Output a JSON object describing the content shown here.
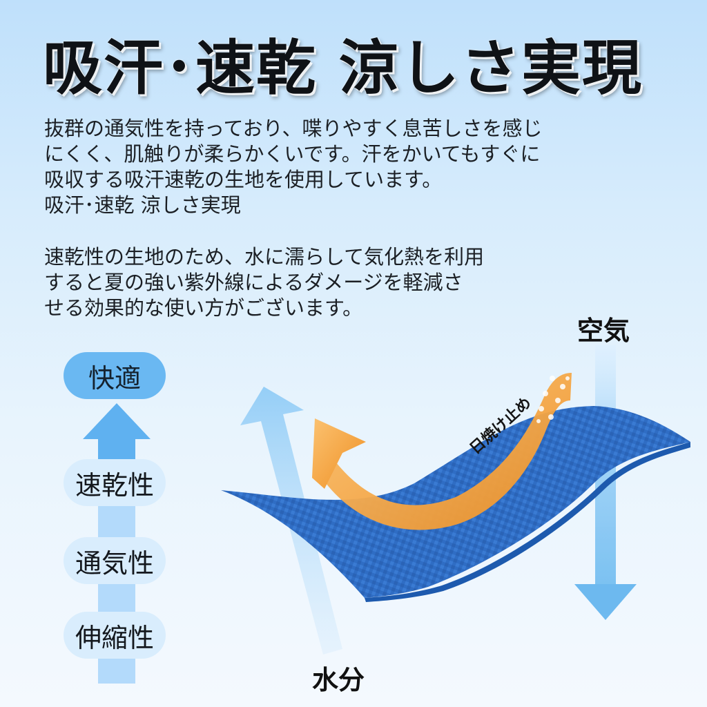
{
  "headline": "吸汗･速乾 涼しさ実現",
  "paragraph1": [
    "抜群の通気性を持っており、喋りやすく息苦しさを感じ",
    "にくく、肌触りが柔らかくいです。汗をかいてもすぐに",
    "吸収する吸汗速乾の生地を使用しています。",
    "吸汗･速乾 涼しさ実現"
  ],
  "paragraph2": [
    "速乾性の生地のため、水に濡らして気化熱を利用",
    "すると夏の強い紫外線によるダメージを軽減さ",
    "せる効果的な使い方がございます。"
  ],
  "features": {
    "top": "快適",
    "items": [
      "速乾性",
      "通気性",
      "伸縮性"
    ]
  },
  "diagram": {
    "air_label": "空気",
    "water_label": "水分",
    "uv_label": "日焼け止め"
  },
  "colors": {
    "fabric": "#2f6dc4",
    "uv_band": "#f49a2a",
    "arrow_light": "#8fc9f5",
    "pill_accent": "#6ab8f2"
  }
}
